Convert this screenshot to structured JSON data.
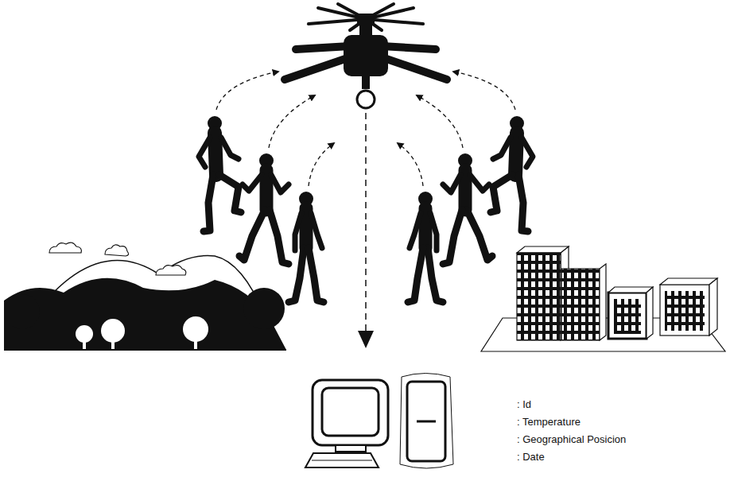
{
  "diagram": {
    "labels": [
      ": Id",
      ": Temperature",
      ": Geographical Posicion",
      ": Date"
    ]
  }
}
